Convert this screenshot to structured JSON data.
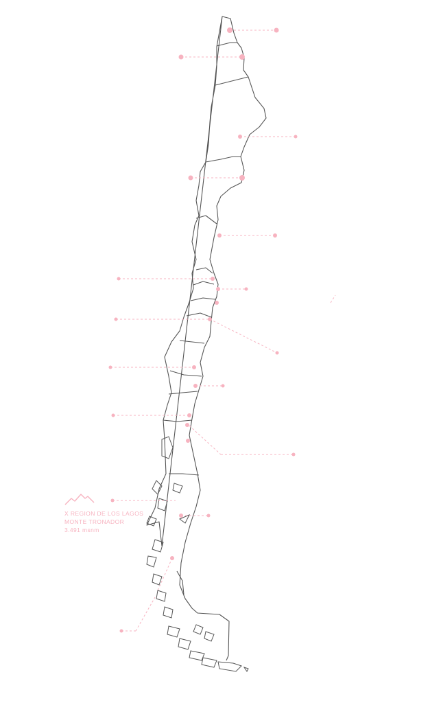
{
  "highlight": {
    "region": "X REGION DE LOS LAGOS",
    "peak": "MONTE TRONADOR",
    "altitude": "3.491 msnm",
    "icon": "mountain-icon"
  },
  "colors": {
    "accent": "#f7b3c0",
    "outline": "#555555",
    "background": "#ffffff"
  }
}
